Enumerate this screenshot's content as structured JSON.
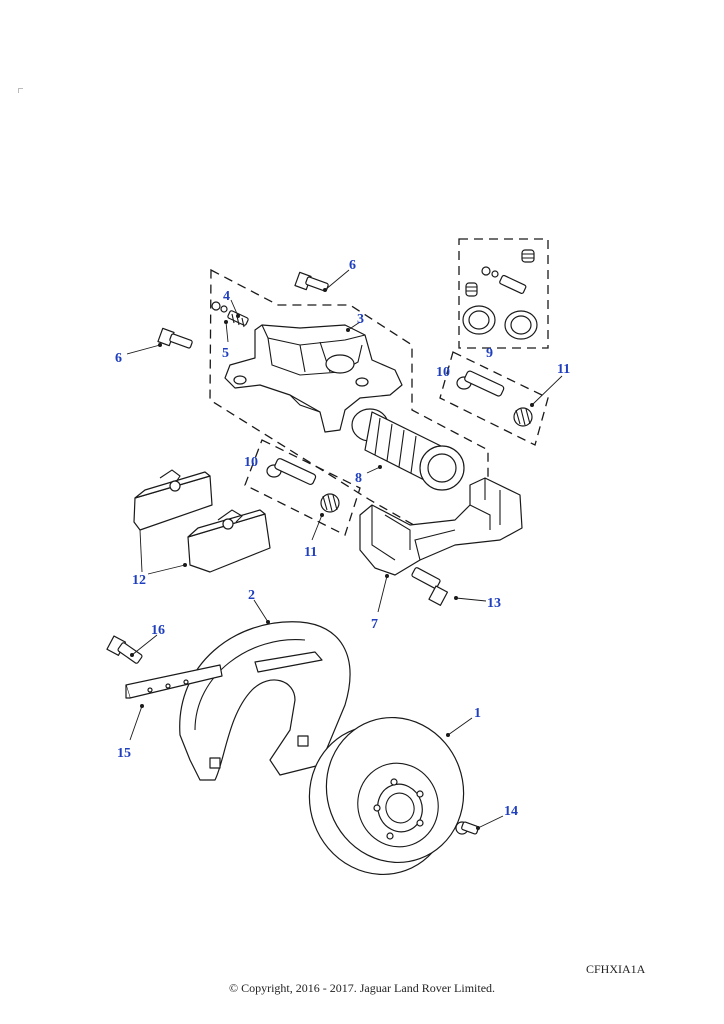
{
  "diagram": {
    "drawing_ref": "CFHXIA1A",
    "copyright": "© Copyright, 2016 - 2017. Jaguar Land Rover Limited.",
    "callouts": [
      "1",
      "2",
      "3",
      "4",
      "5",
      "6",
      "6",
      "7",
      "8",
      "9",
      "10",
      "10",
      "11",
      "11",
      "12",
      "13",
      "14",
      "15",
      "16"
    ],
    "label_color": "#1f3fbf"
  }
}
